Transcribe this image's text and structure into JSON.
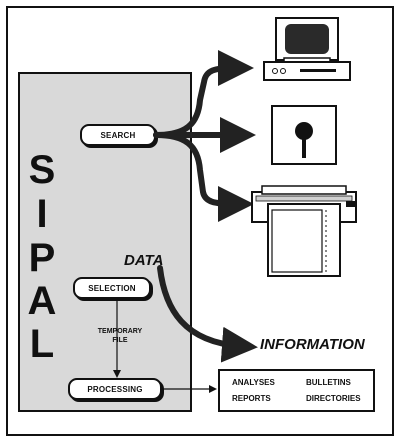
{
  "panel_letters": [
    "S",
    "I",
    "P",
    "A",
    "L"
  ],
  "boxes": {
    "search": "SEARCH",
    "selection": "SELECTION",
    "processing": "PROCESSING"
  },
  "labels": {
    "temporary_file": [
      "TEMPORARY",
      "FILE"
    ],
    "data": "DATA",
    "information": "INFORMATION"
  },
  "outputs": [
    "ANALYSES",
    "BULLETINS",
    "REPORTS",
    "DIRECTORIES"
  ],
  "devices": [
    "computer-terminal-icon",
    "floppy-disk-icon",
    "printer-icon"
  ]
}
